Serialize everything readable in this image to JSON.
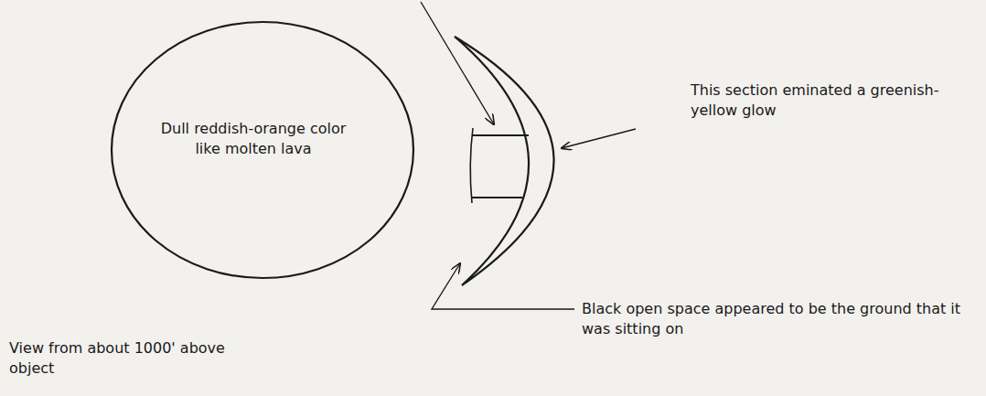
{
  "diagram": {
    "nodes": [
      {
        "text": [
          "Dull reddish-orange color like molten lava"
        ]
      }
    ],
    "labels": [
      "This section eminated a greenish-yellow glow",
      "Black open space appeared to be the ground that it was sitting on",
      "View from about 1000' above object"
    ]
  }
}
